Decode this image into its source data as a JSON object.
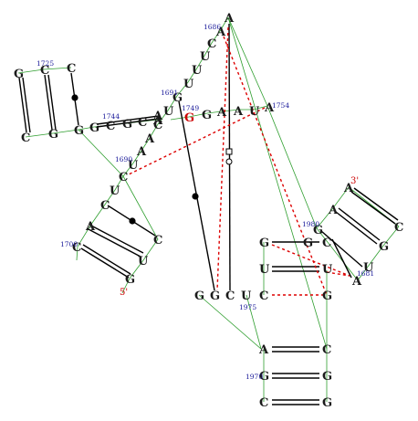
{
  "nucleotides": [
    {
      "id": "a1686",
      "base": "A"
    },
    {
      "id": "a1686b",
      "base": "A"
    },
    {
      "id": "c1",
      "base": "C"
    },
    {
      "id": "u1",
      "base": "U"
    },
    {
      "id": "u2",
      "base": "U"
    },
    {
      "id": "u3",
      "base": "U"
    },
    {
      "id": "g1691",
      "base": "G"
    },
    {
      "id": "u4",
      "base": "U"
    },
    {
      "id": "c2",
      "base": "C"
    },
    {
      "id": "a3",
      "base": "A"
    },
    {
      "id": "a4",
      "base": "A"
    },
    {
      "id": "u5",
      "base": "U"
    },
    {
      "id": "c1690",
      "base": "C"
    },
    {
      "id": "u1699",
      "base": "U"
    },
    {
      "id": "c4",
      "base": "C"
    },
    {
      "id": "a5",
      "base": "A"
    },
    {
      "id": "c5",
      "base": "C"
    },
    {
      "id": "c1700",
      "base": "C"
    },
    {
      "id": "u6",
      "base": "U"
    },
    {
      "id": "g5",
      "base": "G"
    },
    {
      "id": "g6",
      "base": "G"
    },
    {
      "id": "c1725",
      "base": "C"
    },
    {
      "id": "c1725b",
      "base": "C"
    },
    {
      "id": "c7",
      "base": "C"
    },
    {
      "id": "g7",
      "base": "G"
    },
    {
      "id": "g8",
      "base": "G"
    },
    {
      "id": "g9",
      "base": "G"
    },
    {
      "id": "c1744",
      "base": "C"
    },
    {
      "id": "g10",
      "base": "G"
    },
    {
      "id": "c8",
      "base": "C"
    },
    {
      "id": "a6",
      "base": "A"
    },
    {
      "id": "a7",
      "base": "A"
    },
    {
      "id": "g11",
      "base": "G"
    },
    {
      "id": "g1749",
      "base": "G"
    },
    {
      "id": "a8",
      "base": "A"
    },
    {
      "id": "a9",
      "base": "A"
    },
    {
      "id": "u7",
      "base": "U"
    },
    {
      "id": "a10",
      "base": "A"
    },
    {
      "id": "g1754",
      "base": "G"
    },
    {
      "id": "g12",
      "base": "G"
    },
    {
      "id": "c9",
      "base": "C"
    },
    {
      "id": "u8",
      "base": "U"
    },
    {
      "id": "g13",
      "base": "G"
    },
    {
      "id": "u9",
      "base": "U"
    },
    {
      "id": "c10",
      "base": "C"
    },
    {
      "id": "u10",
      "base": "U"
    },
    {
      "id": "g14",
      "base": "G"
    },
    {
      "id": "g15",
      "base": "G"
    },
    {
      "id": "g16",
      "base": "G"
    },
    {
      "id": "c1980",
      "base": "C"
    },
    {
      "id": "a11",
      "base": "A"
    },
    {
      "id": "a12",
      "base": "A"
    },
    {
      "id": "c11",
      "base": "C"
    },
    {
      "id": "g17",
      "base": "G"
    },
    {
      "id": "u11",
      "base": "U"
    },
    {
      "id": "a13",
      "base": "A"
    },
    {
      "id": "a1681",
      "base": "A"
    },
    {
      "id": "c12",
      "base": "C"
    },
    {
      "id": "g18",
      "base": "G"
    },
    {
      "id": "g19",
      "base": "G"
    },
    {
      "id": "c13",
      "base": "C"
    },
    {
      "id": "g20",
      "base": "G"
    },
    {
      "id": "c14",
      "base": "C"
    }
  ],
  "numbers": [
    {
      "id": "n1686",
      "text": "1686"
    },
    {
      "id": "n1691",
      "text": "1691"
    },
    {
      "id": "n1749",
      "text": "1749"
    },
    {
      "id": "n1754",
      "text": "1754"
    },
    {
      "id": "n1725",
      "text": "1725"
    },
    {
      "id": "n1744",
      "text": "1744"
    },
    {
      "id": "n1690",
      "text": "1690"
    },
    {
      "id": "n1700",
      "text": "1700"
    },
    {
      "id": "n1980",
      "text": "1980"
    },
    {
      "id": "n1681",
      "text": "1681"
    },
    {
      "id": "n1975",
      "text": "1975"
    },
    {
      "id": "n1970",
      "text": "1970"
    }
  ],
  "strand_ends": [
    {
      "id": "end3",
      "text": "3'"
    },
    {
      "id": "end5",
      "text": "5'"
    }
  ],
  "colors": {
    "backbone": "#2e9e2e",
    "basepair": "#000000",
    "tertiary_dashed": "#dd0000",
    "highlight_base": "#cc0000",
    "numbering": "#1a1a9a"
  }
}
